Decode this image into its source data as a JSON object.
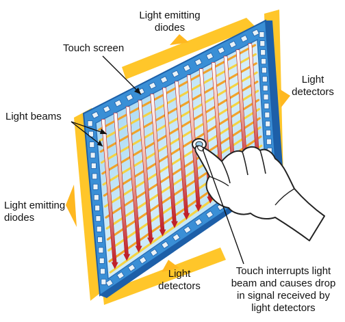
{
  "labels": {
    "emitters_top_1": "Light emitting",
    "emitters_top_2": "diodes",
    "touch_screen": "Touch screen",
    "detectors_right_1": "Light",
    "detectors_right_2": "detectors",
    "light_beams": "Light beams",
    "emitters_left_1": "Light emitting",
    "emitters_left_2": "diodes",
    "detectors_bottom_1": "Light",
    "detectors_bottom_2": "detectors",
    "touch_note_1": "Touch interrupts light",
    "touch_note_2": "beam and causes drop",
    "touch_note_3": "in signal received by",
    "touch_note_4": "light detectors"
  },
  "colors": {
    "frame": "#3a8fd6",
    "frame_edge": "#1d5fa8",
    "screen": "#bfe3f7",
    "glow": "#ffc62a",
    "beam_vertical": "#c0202a",
    "beam_horizontal": "#f3a020",
    "led": "#e9f2f8"
  },
  "icons": [
    "hand-icon",
    "touch-point-icon"
  ]
}
